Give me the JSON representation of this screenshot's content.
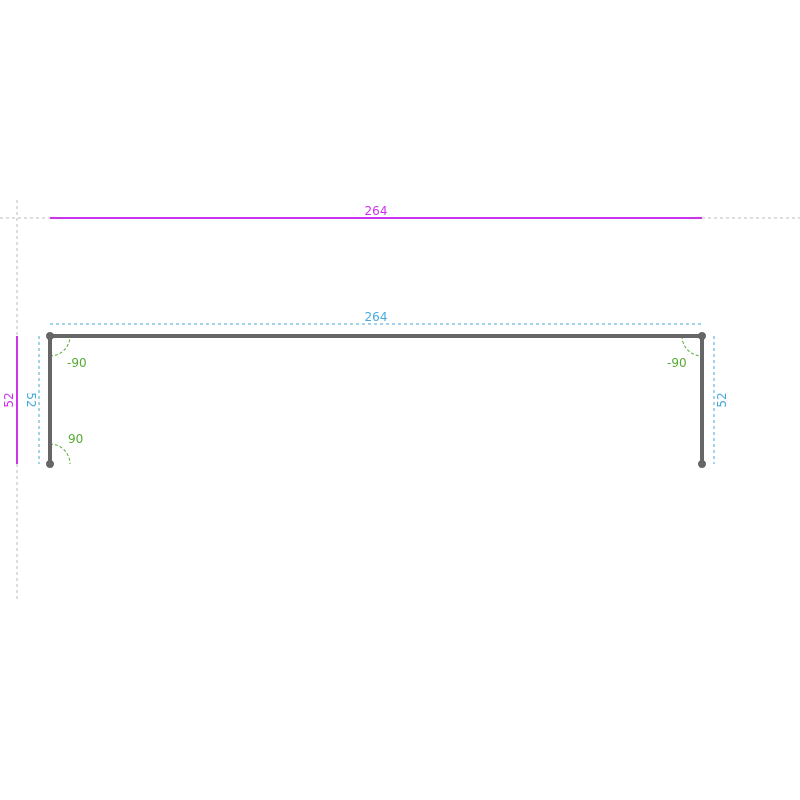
{
  "colors": {
    "background": "#ffffff",
    "profile": "#666666",
    "overall_dimension": "#cc33ee",
    "segment_dimension": "#44aadd",
    "angle": "#55aa33",
    "guide": "#bbbbbb"
  },
  "overall_dimensions": {
    "width": "264",
    "height": "52"
  },
  "segment_dimensions": {
    "top": "264",
    "left": "52",
    "right": "52"
  },
  "angles": {
    "top_left": "-90",
    "bottom_left": "90",
    "top_right": "-90"
  }
}
